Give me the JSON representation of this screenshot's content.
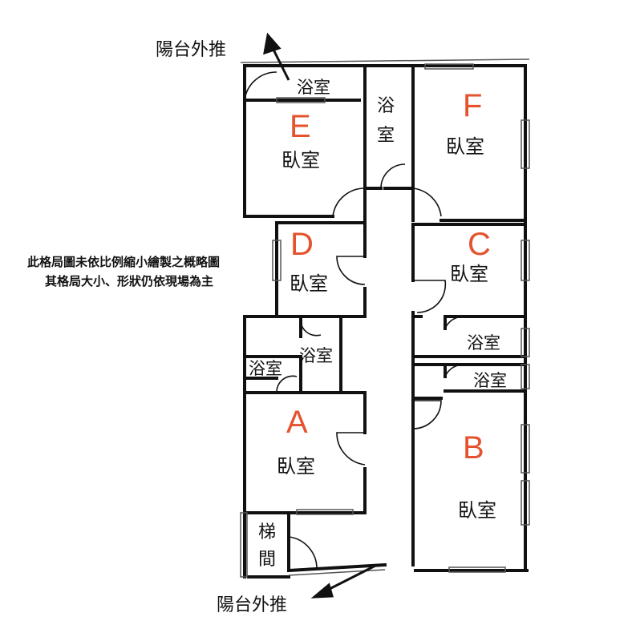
{
  "balcony_top": "陽台外推",
  "balcony_bottom": "陽台外推",
  "note": {
    "line1": "此格局圖未依比例縮小繪製之概略圖",
    "line2": "其格局大小、形狀仍依現場為主"
  },
  "rooms": {
    "E": {
      "letter": "E",
      "label": "臥室",
      "bath": "浴室"
    },
    "F": {
      "letter": "F",
      "label": "臥室"
    },
    "mid_bath": {
      "line1": "浴",
      "line2": "室"
    },
    "D": {
      "letter": "D",
      "label": "臥室"
    },
    "C": {
      "letter": "C",
      "label": "臥室",
      "bath": "浴室"
    },
    "B": {
      "letter": "B",
      "label": "臥室",
      "bath": "浴室"
    },
    "A": {
      "letter": "A",
      "label": "臥室",
      "bath_left": "浴室",
      "bath_right": "浴室"
    },
    "stair": {
      "line1": "梯",
      "line2": "間"
    }
  },
  "colors": {
    "letters": "#e4522e",
    "walls": "#111111"
  }
}
